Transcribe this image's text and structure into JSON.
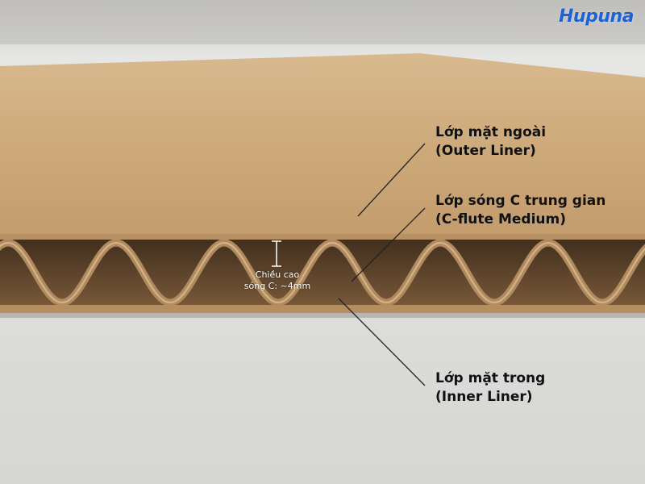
{
  "brand": {
    "logo_text": "Hupuna",
    "logo_color": "#1e63d6"
  },
  "layers": [
    {
      "line1": "Lớp mặt ngoài",
      "line2": "(Outer Liner)"
    },
    {
      "line1": "Lớp sóng C trung gian",
      "line2": "(C-flute Medium)"
    },
    {
      "line1": "Lớp mặt trong",
      "line2": "(Inner Liner)"
    }
  ],
  "flute_height": {
    "line1": "Chiều cao",
    "line2": "sóng C: ~4mm"
  },
  "colors": {
    "kraft": "#c9a476",
    "flute_shadow": "#5a4128",
    "background": "#dcdcda",
    "label_text": "#111111"
  }
}
